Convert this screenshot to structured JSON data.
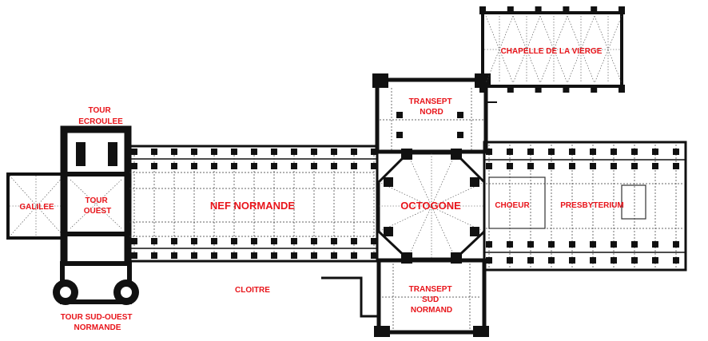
{
  "labels": {
    "tour_ecroulee": [
      "TOUR",
      "ECROULEE"
    ],
    "galilee": "GALILEE",
    "tour_ouest": [
      "TOUR",
      "OUEST"
    ],
    "nef_normande": "NEF NORMANDE",
    "octogone": "OCTOGONE",
    "transept_nord": [
      "TRANSEPT",
      "NORD"
    ],
    "chapelle_de_la_vierge": "CHAPELLE DE LA VIERGE",
    "choeur": "CHOEUR",
    "presbyterium": "PRESBYTERIUM",
    "transept_sud_normand": [
      "TRANSEPT",
      "SUD",
      "NORMAND"
    ],
    "cloitre": "CLOITRE",
    "tour_sud_ouest_normande": [
      "TOUR SUD-OUEST",
      "NORMANDE"
    ]
  },
  "colors": {
    "label": "#e8141a",
    "wall": "#111111",
    "background": "#ffffff"
  }
}
